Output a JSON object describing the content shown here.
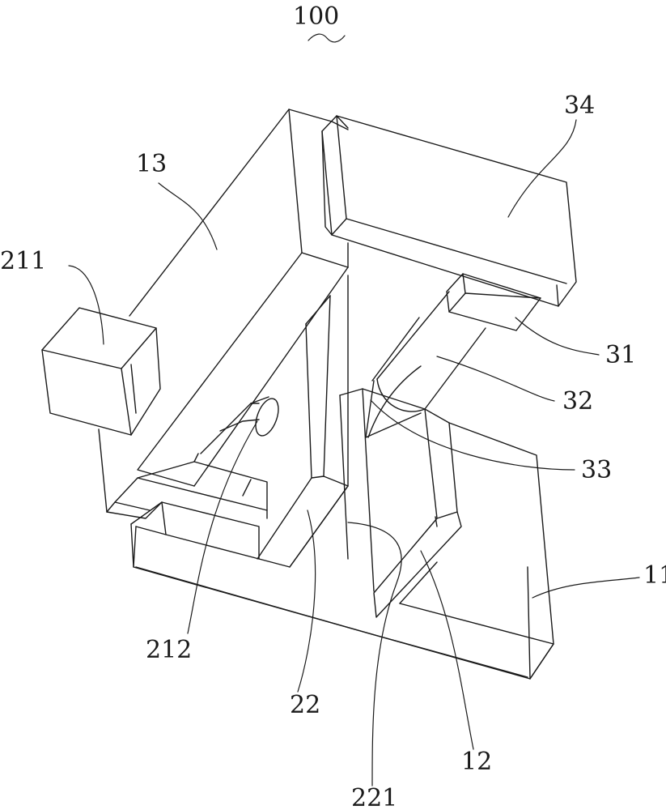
{
  "figure": {
    "title": "100",
    "labels": {
      "l34": "34",
      "l13": "13",
      "l211": "211",
      "l31": "31",
      "l32": "32",
      "l33": "33",
      "l11": "11",
      "l212": "212",
      "l22": "22",
      "l12": "12",
      "l221": "221"
    }
  }
}
